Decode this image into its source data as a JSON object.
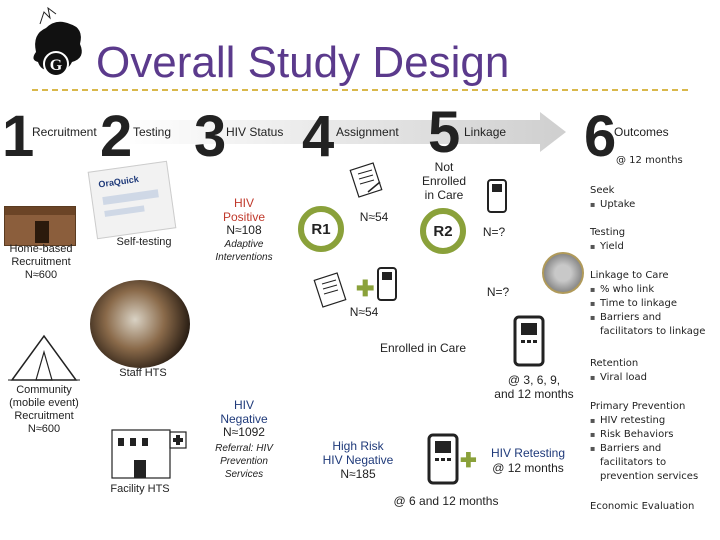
{
  "header": {
    "title": "Overall Study Design"
  },
  "steps": [
    {
      "num": "1",
      "label": "Recruitment"
    },
    {
      "num": "2",
      "label": "Testing"
    },
    {
      "num": "3",
      "label": "HIV Status"
    },
    {
      "num": "4",
      "label": "Assignment"
    },
    {
      "num": "5",
      "label": "Linkage"
    },
    {
      "num": "6",
      "label": "Outcomes"
    }
  ],
  "recruitment": {
    "home": [
      "Home-based",
      "Recruitment",
      "N≈600"
    ],
    "community": [
      "Community",
      "(mobile event)",
      "Recruitment",
      "N≈600"
    ],
    "facility": "Facility HTS"
  },
  "testing": {
    "self": "Self-testing",
    "staff": "Staff HTS",
    "kit_text": "OraQuick"
  },
  "status": {
    "positive": {
      "title": [
        "HIV",
        "Positive"
      ],
      "n": "N≈108",
      "note": [
        "Adaptive",
        "Interventions"
      ]
    },
    "negative": {
      "title": [
        "HIV",
        "Negative"
      ],
      "n": "N≈1092",
      "note": [
        "Referral: HIV",
        "Prevention",
        "Services"
      ]
    }
  },
  "assignment": {
    "r1": "R1",
    "r2": "R2",
    "n54_top": "N≈54",
    "n54_mid": "N≈54",
    "not_enrolled": [
      "Not",
      "Enrolled",
      "in Care"
    ],
    "n_q1": "N=?",
    "n_q2": "N=?",
    "enrolled": "Enrolled in Care",
    "followup": [
      "@ 3, 6, 9,",
      "and 12 months"
    ],
    "high_risk": [
      "High Risk",
      "HIV Negative",
      "N≈185"
    ],
    "retesting": "HIV Retesting",
    "retesting_at": "@ 12 months",
    "bottom_at": "@ 6 and 12 months"
  },
  "outcomes": {
    "period": "@ 12 months",
    "groups": [
      {
        "title": "Seek",
        "items": [
          "Uptake"
        ]
      },
      {
        "title": "Testing",
        "items": [
          "Yield"
        ]
      },
      {
        "title": "Linkage to Care",
        "items": [
          "% who link",
          "Time to linkage",
          "Barriers and facilitators to linkage"
        ]
      },
      {
        "title": "Retention",
        "items": [
          "Viral load"
        ]
      },
      {
        "title": "Primary Prevention",
        "items": [
          "HIV retesting",
          "Risk Behaviors",
          "Barriers and facilitators to prevention services"
        ]
      }
    ],
    "economic": "Economic Evaluation"
  },
  "colors": {
    "title": "#5b3a8c",
    "dash": "#d9b84a",
    "positive": "#c0392b",
    "negative": "#1f3a7a",
    "ring": "#8aa13a"
  }
}
